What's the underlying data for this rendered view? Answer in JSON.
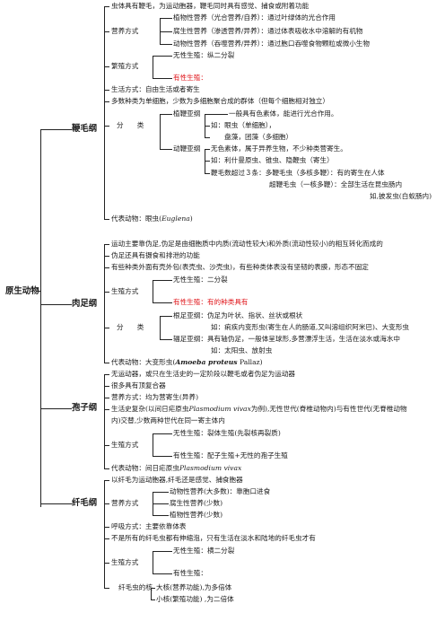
{
  "root": "原生动物",
  "sections": {
    "flagellata": {
      "title": "鞭毛纲",
      "feature": "虫体具有鞭毛，为运动胞器，鞭毛同时具有感觉、捕食或附着功能",
      "nutrition_label": "营养方式",
      "nutrition": [
        "植物性营养（光合营养/自养）：通过叶绿体的光合作用",
        "腐生性营养（渗透营养/异养）：通过体表吸收水中溶解的有机物",
        "动物性营养（吞噬营养/异养）：通过胞口吞噬食物颗粒或微小生物"
      ],
      "repro_label": "繁殖方式",
      "asexual": "无性生殖：纵二分裂",
      "sexual": "有性生殖：",
      "lifestyle": "生活方式：自由生活或者寄生",
      "cell": "多数种类为单细胞，少数为多细胞聚合成的群体（但每个细胞相对独立）",
      "classify_label": "分　　类",
      "phyto_label": "植鞭亚纲",
      "phyto_lines": [
        "一般具有色素体，能进行光合作用。",
        "如：眼虫（单细胞），",
        "　　盘藻，团藻（多细胞）"
      ],
      "zoo_label": "动鞭亚纲",
      "zoo_lines": [
        "无色素体，属于异养生物，不少种类营寄生。",
        "如：利什曼原虫、锥虫、隐鞭虫（寄生）",
        "鞭毛数超过３条：多鞭毛虫（多核多鞭）：有的寄生在人体",
        "超鞭毛虫（一核多鞭）：全部生活在昆虫肠内",
        "如,披发虫(白蚁肠内)"
      ],
      "rep_prefix": "代表动物：眼虫(",
      "rep_latin": "Euglena",
      "rep_suffix": ")"
    },
    "sarcodina": {
      "title": "肉足纲",
      "lines": [
        "运动主要靠伪足,伪足是由细胞质中内质(流动性较大)和外质(流动性较小)的相互转化而成的",
        "伪足还具有摄食和排泄的功能",
        "有些种类外面有壳外包(表壳虫、沙壳虫)，有些种类体表没有坚韧的表膜，形态不固定"
      ],
      "repro_label": "生殖方式",
      "asexual": "无性生殖：二分裂",
      "sexual": "有性生殖：有的种类具有",
      "classify_label": "分　　类",
      "rhizo": "根足亚纲：伪足为叶状、指状、丝状或根状",
      "rhizo_eg": "如：痢疾内变形虫(寄生在人的肠道,又叫溶组织阿米巴)、大变形虫",
      "actino": "辐足亚纲：具有轴伪足，一般体呈球形,多营漂浮生活，生活在淡水或海水中",
      "actino_eg": "如：太阳虫、放射虫",
      "rep_prefix": "代表动物：大变形虫(",
      "rep_latin": "Amoeba proteus",
      "rep_suffix": " Pallaz)"
    },
    "sporozoa": {
      "title": "孢子纲",
      "lines": [
        "无运动器，或只在生活史的一定阶段以鞭毛或者伪足为运动器",
        "很多具有顶复合器",
        "营养方式：均为营寄生(异养)"
      ],
      "lifecycle_a": "生活史复杂(以间日疟原虫",
      "lifecycle_latin": "Plasmodium vivax",
      "lifecycle_b": "为例),无性世代(脊椎动物内)与有性世代(无脊椎动物",
      "lifecycle_c": "内)交替,少数两种世代在同一寄主体内",
      "repro_label": "生殖方式",
      "asexual": "无性生殖：裂体生殖(先裂核再裂质)",
      "sexual": "有性生殖：配子生殖+无性的孢子生殖",
      "rep_prefix": "代表动物：间日疟原虫",
      "rep_latin": "Plasmodium vivax"
    },
    "ciliata": {
      "title": "纤毛纲",
      "feature": "以纤毛为运动胞器,纤毛还是感觉、捕食胞器",
      "nutrition_label": "营养方式",
      "nutrition": [
        "动物性营养(大多数)：靠胞口进食",
        "腐生性营养(少数)",
        "植物性营养(少数)"
      ],
      "breath": "呼吸方式：主要依靠体表",
      "vacuole": "不是所有的纤毛虫都有伸缩泡，只有生活在淡水和陆地的纤毛虫才有",
      "repro_label": "生殖方式",
      "asexual": "无性生殖：横二分裂",
      "sexual": "有性生殖：",
      "nucleus_label": "纤毛虫的核",
      "macro": "大核(营养功能),为多倍体",
      "micro": "小核(繁殖功能) ,为二倍体"
    }
  },
  "colors": {
    "highlight": "#e0161b",
    "text": "#1a1a1a"
  }
}
